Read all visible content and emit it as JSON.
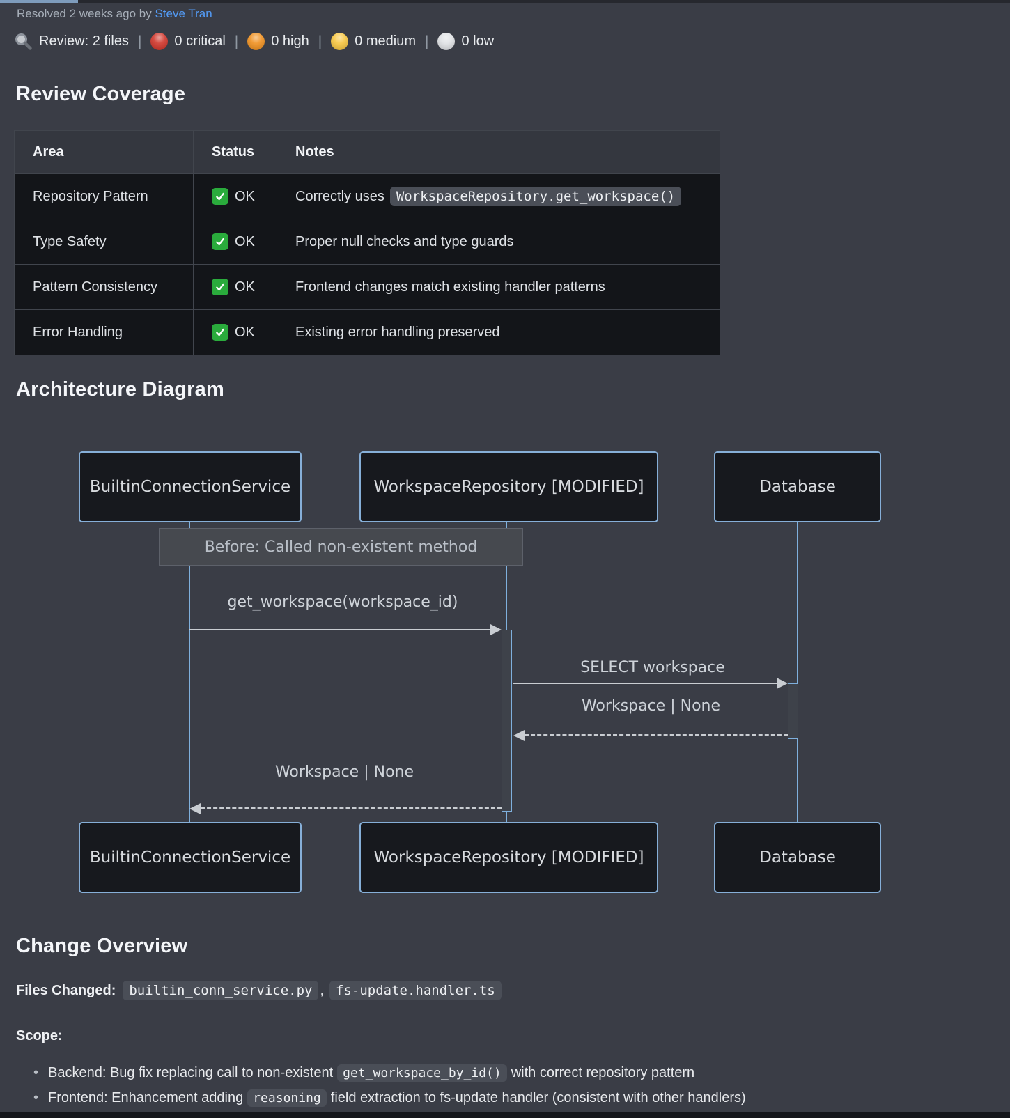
{
  "header": {
    "resolved_prefix": "Resolved 2 weeks ago by",
    "resolver": "Steve Tran",
    "link_color": "#539bf5"
  },
  "summary": {
    "review_label": "Review: 2 files",
    "separator": "|",
    "items": [
      {
        "name": "critical",
        "label": "0 critical",
        "color": "#d03227"
      },
      {
        "name": "high",
        "label": "0 high",
        "color": "#ef8e1b"
      },
      {
        "name": "medium",
        "label": "0 medium",
        "color": "#f7c53d"
      },
      {
        "name": "low",
        "label": "0 low",
        "color": "#dfe1e4"
      }
    ]
  },
  "review_coverage": {
    "title": "Review Coverage",
    "table": {
      "headers": [
        "Area",
        "Status",
        "Notes"
      ],
      "status_ok": "OK",
      "rows": [
        {
          "area": "Repository Pattern",
          "status": "OK",
          "notes_prefix": "Correctly uses",
          "notes_code": "WorkspaceRepository.get_workspace()"
        },
        {
          "area": "Type Safety",
          "status": "OK",
          "notes_prefix": "Proper null checks and type guards"
        },
        {
          "area": "Pattern Consistency",
          "status": "OK",
          "notes_prefix": "Frontend changes match existing handler patterns"
        },
        {
          "area": "Error Handling",
          "status": "OK",
          "notes_prefix": "Existing error handling preserved"
        }
      ]
    }
  },
  "architecture": {
    "title": "Architecture Diagram",
    "actors": [
      "BuiltinConnectionService",
      "WorkspaceRepository [MODIFIED]",
      "Database"
    ],
    "note": "Before: Called non-existent method",
    "messages": [
      {
        "label": "get_workspace(workspace_id)",
        "type": "solid",
        "from": "BuiltinConnectionService",
        "to": "WorkspaceRepository"
      },
      {
        "label": "SELECT workspace",
        "type": "solid",
        "from": "WorkspaceRepository",
        "to": "Database"
      },
      {
        "label": "Workspace | None",
        "type": "dashed",
        "from": "Database",
        "to": "WorkspaceRepository"
      },
      {
        "label": "Workspace | None",
        "type": "dashed",
        "from": "WorkspaceRepository",
        "to": "BuiltinConnectionService"
      }
    ],
    "colors": {
      "lifeline": "#7fb0dd",
      "arrow": "#c9cdd2",
      "box_border": "#86afd8",
      "box_bg": "#17191e"
    }
  },
  "change_overview": {
    "title": "Change Overview",
    "files_changed_label": "Files Changed:",
    "files": [
      "builtin_conn_service.py",
      "fs-update.handler.ts"
    ],
    "files_separator": ",",
    "scope_label": "Scope:",
    "bullets": [
      {
        "prefix": "Backend: Bug fix replacing call to non-existent",
        "code": "get_workspace_by_id()",
        "suffix": "with correct repository pattern"
      },
      {
        "prefix": "Frontend: Enhancement adding",
        "code": "reasoning",
        "suffix": "field extraction to fs-update handler (consistent with other handlers)"
      }
    ]
  },
  "colors": {
    "page_bg": "#3a3d46",
    "table_header_bg": "#34373f",
    "table_row_bg": "#131519",
    "chip_bg": "#4a4e57",
    "check_green": "#2aab3c",
    "accent_strip": "#7e9cbc"
  }
}
